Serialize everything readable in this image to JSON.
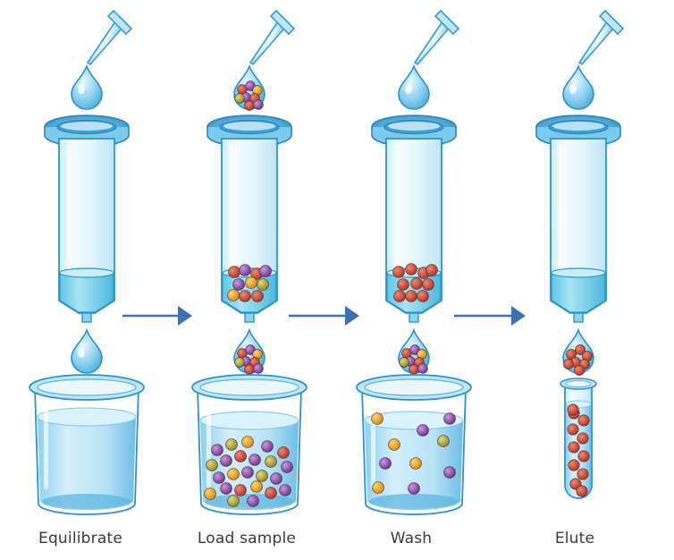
{
  "steps": [
    {
      "label": "Equilibrate",
      "drop_top": "clear",
      "bed": "clear",
      "drop_bottom": "clear",
      "receiver": "beaker-clear"
    },
    {
      "label": "Load sample",
      "drop_top": "mixed",
      "bed": "mixed",
      "drop_bottom": "mixed",
      "receiver": "beaker-mixed"
    },
    {
      "label": "Wash",
      "drop_top": "clear",
      "bed": "red",
      "drop_bottom": "mixed",
      "receiver": "beaker-sparse"
    },
    {
      "label": "Elute",
      "drop_top": "clear",
      "bed": "clear",
      "drop_bottom": "red",
      "receiver": "tube-red"
    }
  ],
  "colors": {
    "liquid": "#a9dcf3",
    "liquid_dark": "#3aa3d6",
    "bed": "#7fd3ea",
    "arrow": "#3f6fb3",
    "bead_red": "#c4483a",
    "bead_purple": "#8a4aa8",
    "bead_orange": "#e0a020",
    "bead_olive": "#a8a23c"
  },
  "icons": [
    "pipette-icon",
    "droplet-icon",
    "column-icon",
    "beaker-icon",
    "tube-icon",
    "arrow-icon",
    "bead-icon"
  ]
}
